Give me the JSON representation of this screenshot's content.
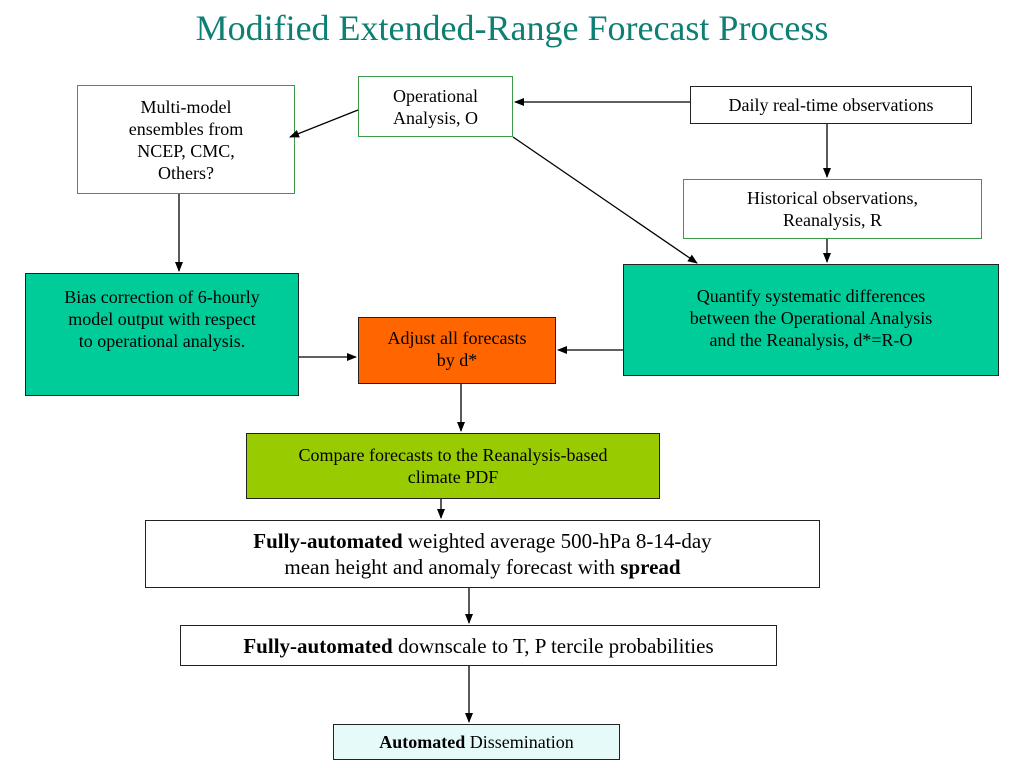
{
  "title": "Modified Extended-Range Forecast Process",
  "nodes": {
    "operational_analysis": {
      "lines": [
        "Operational",
        "Analysis, O"
      ]
    },
    "multi_model": {
      "lines": [
        "Multi-model",
        "ensembles from",
        "NCEP, CMC,",
        "Others?"
      ]
    },
    "daily_obs": {
      "lines": [
        "Daily real-time observations"
      ]
    },
    "historical_obs": {
      "lines": [
        "Historical observations,",
        "Reanalysis, R"
      ]
    },
    "bias_correction": {
      "lines": [
        "Bias correction of 6-hourly",
        "model output with respect",
        "to operational analysis."
      ]
    },
    "adjust_forecasts": {
      "lines": [
        "Adjust all forecasts",
        "by d*"
      ]
    },
    "quantify": {
      "lines": [
        "Quantify systematic differences",
        "between the Operational Analysis",
        "and the Reanalysis, d*=R-O"
      ]
    },
    "compare": {
      "lines": [
        "Compare forecasts to the Reanalysis-based",
        "climate PDF"
      ]
    },
    "weighted": {
      "line1_bold": "Fully-automated",
      "line1_rest": " weighted average 500-hPa 8-14-day",
      "line2_rest": "mean height and anomaly forecast with ",
      "line2_bold": "spread"
    },
    "downscale": {
      "bold": "Fully-automated",
      "rest": " downscale to T, P tercile probabilities"
    },
    "dissemination": {
      "bold": "Automated",
      "rest": " Dissemination"
    }
  },
  "colors": {
    "title": "#0e7f73",
    "teal": "#00cc99",
    "orange": "#ff6600",
    "lime": "#99cc00",
    "light_blue": "#e6fafa"
  }
}
